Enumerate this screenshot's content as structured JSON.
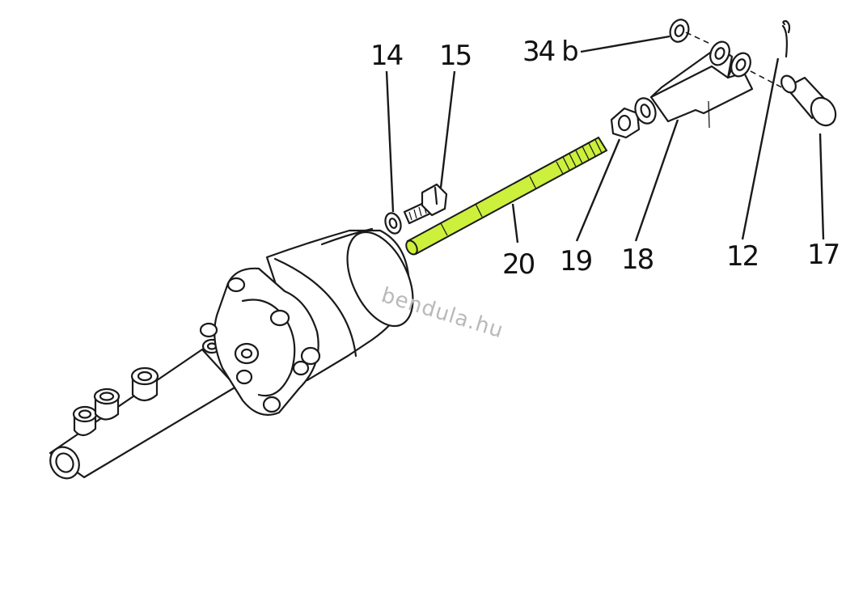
{
  "labels": {
    "p14": "14",
    "p15": "15",
    "p34b": "34 b",
    "p20": "20",
    "p19": "19",
    "p18": "18",
    "p12": "12",
    "p17": "17"
  },
  "watermark": "bendula.hu",
  "colors": {
    "highlight": "#ccf03c",
    "ink": "#1a1a1a",
    "background": "#ffffff",
    "watermark": "#b9b9b9"
  }
}
